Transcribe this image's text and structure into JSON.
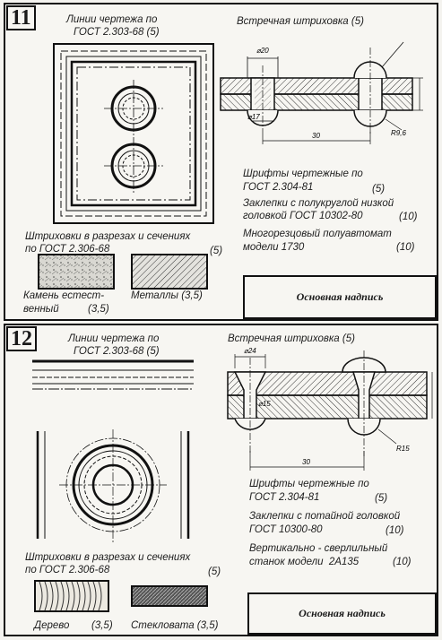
{
  "sheet11": {
    "number": "11",
    "lines_title": [
      "Линии чертежа по",
      "ГОСТ 2.303-68 (5)"
    ],
    "counter_hatch_title": "Встречная штриховка (5)",
    "dims": {
      "d20": "⌀20",
      "d17": "⌀17",
      "len30": "30",
      "r": "R9,6"
    },
    "fonts_title": [
      "Шрифты чертежные по",
      "ГОСТ 2.304-81",
      "(5)"
    ],
    "rivets": [
      "Заклепки с полукруглой низкой",
      "головкой ГОСТ 10302-80",
      "(10)"
    ],
    "machine": [
      "Многорезцовый полуавтомат",
      "модели 1730",
      "(10)"
    ],
    "hatch_title": [
      "Штриховки в разрезах и сечениях",
      "по ГОСТ 2.306-68",
      "(5)"
    ],
    "stone_label": [
      "Камень естест-",
      "венный",
      "(3,5)"
    ],
    "metal_label": "Металлы (3,5)",
    "stamp": "Основная надпись"
  },
  "sheet12": {
    "number": "12",
    "lines_title": [
      "Линии чертежа по",
      "ГОСТ 2.303-68 (5)"
    ],
    "counter_hatch_title": "Встречная штриховка (5)",
    "dims": {
      "d24": "⌀24",
      "d15": "⌀15",
      "len30": "30",
      "r": "R15"
    },
    "fonts_title": [
      "Шрифты чертежные по",
      "ГОСТ 2.304-81",
      "(5)"
    ],
    "rivets": [
      "Заклепки с потайной головкой",
      "ГОСТ 10300-80",
      "(10)"
    ],
    "machine": [
      "Вертикально - сверлильный",
      "станок модели  2А135",
      "(10)"
    ],
    "hatch_title": [
      "Штриховки в разрезах и сечениях",
      "по ГОСТ 2.306-68",
      "(5)"
    ],
    "wood_label": [
      "Дерево",
      "(3,5)"
    ],
    "glass_label": "Стекловата (3,5)",
    "stamp": "Основная надпись"
  }
}
